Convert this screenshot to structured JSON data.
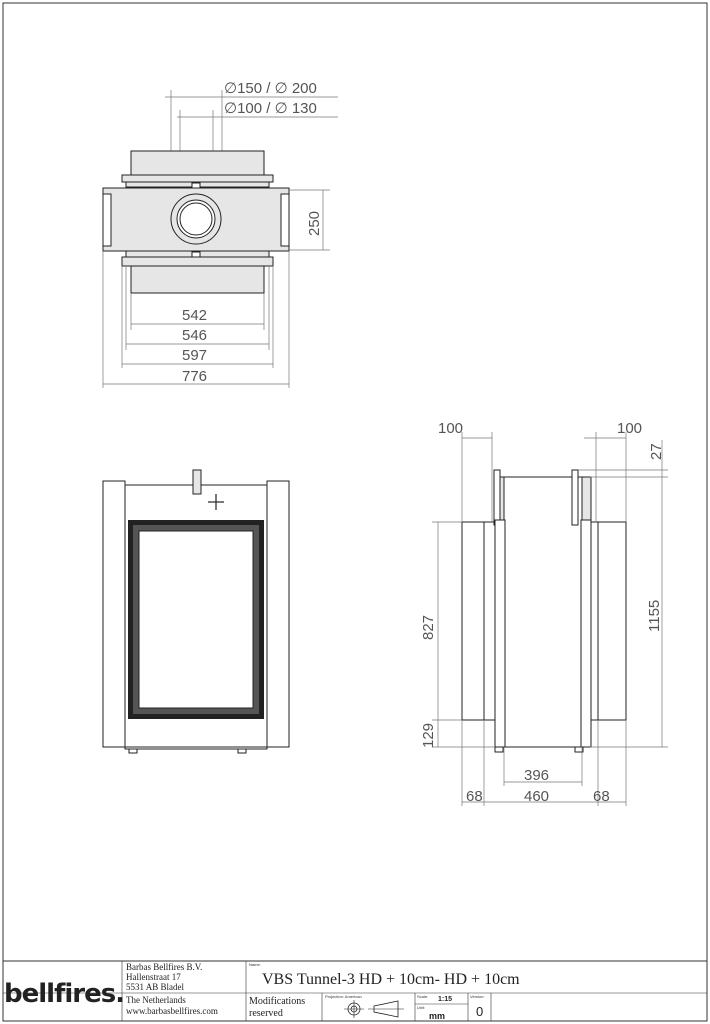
{
  "drawing": {
    "top_view": {
      "flue_label_outer": "∅150 / ∅ 200",
      "flue_label_inner": "∅100 / ∅ 130",
      "height_dim": "250",
      "width_dims": [
        "542",
        "546",
        "597",
        "776"
      ]
    },
    "side_view": {
      "left_offset": "100",
      "right_offset": "100",
      "top_offset": "27",
      "glass_height": "827",
      "bottom_height": "129",
      "total_height": "1155",
      "inner_width": "396",
      "outer_width": "460",
      "left_frame": "68",
      "right_frame": "68"
    }
  },
  "title_block": {
    "company_lines": [
      "Barbas Bellfires B.V.",
      "Hallenstraat 17",
      "5531 AB Bladel",
      "The Netherlands",
      "www.barbasbellfires.com"
    ],
    "logo_text": "bellfires.",
    "name_caption": "Name:",
    "product_name": "VBS Tunnel-3 HD + 10cm- HD + 10cm",
    "modifications_line1": "Modifications",
    "modifications_line2": "reserved",
    "projection_caption": "Projection: American",
    "scale_caption": "Scale:",
    "scale_value": "1:15",
    "unit_caption": "Unit:",
    "unit_value": "mm",
    "version_caption": "Version:",
    "version_value": "0"
  }
}
